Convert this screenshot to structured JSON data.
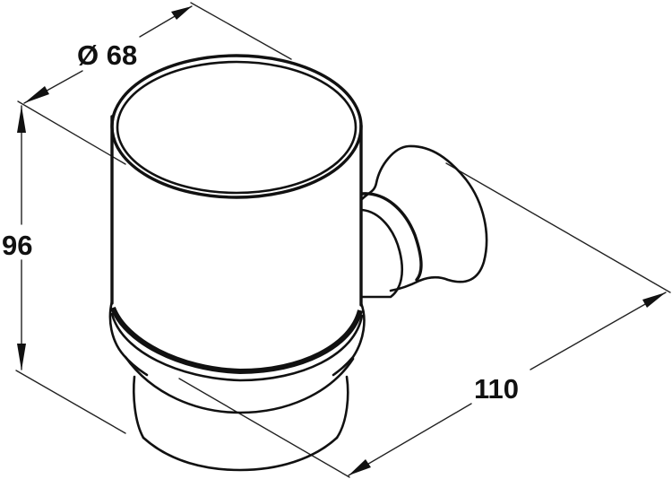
{
  "drawing": {
    "subject": "wall-mounted tumbler holder",
    "view": "isometric technical line drawing",
    "line_color": "#111111",
    "background": "#ffffff"
  },
  "dimensions": {
    "diameter": {
      "label": "Ø 68",
      "value": 68,
      "symbol": "Ø"
    },
    "height": {
      "label": "96",
      "value": 96
    },
    "depth": {
      "label": "110",
      "value": 110
    }
  }
}
